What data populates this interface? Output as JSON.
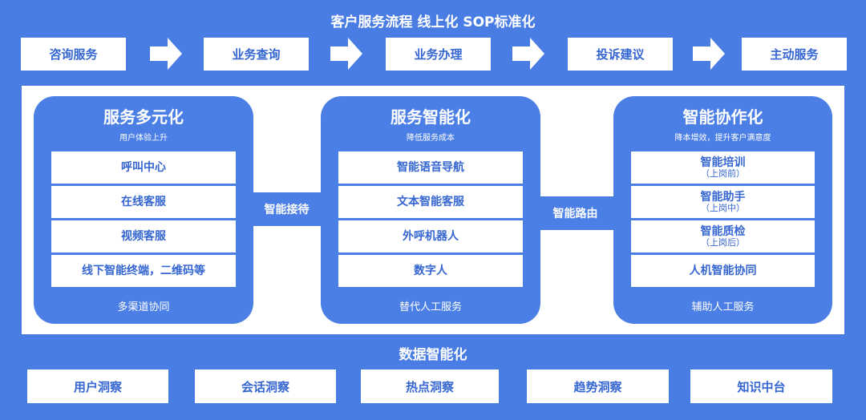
{
  "header": {
    "title": "客户服务流程 线上化 SOP标准化"
  },
  "flow": {
    "steps": [
      "咨询服务",
      "业务查询",
      "业务办理",
      "投诉建议",
      "主动服务"
    ]
  },
  "columns": [
    {
      "title": "服务多元化",
      "subtitle": "用户体验上升",
      "items": [
        {
          "label": "呼叫中心"
        },
        {
          "label": "在线客服"
        },
        {
          "label": "视频客服"
        },
        {
          "label": "线下智能终端，二维码等"
        }
      ],
      "footer": "多渠道协同"
    },
    {
      "title": "服务智能化",
      "subtitle": "降低服务成本",
      "items": [
        {
          "label": "智能语音导航"
        },
        {
          "label": "文本智能客服"
        },
        {
          "label": "外呼机器人"
        },
        {
          "label": "数字人"
        }
      ],
      "footer": "替代人工服务"
    },
    {
      "title": "智能协作化",
      "subtitle": "降本增效，提升客户满意度",
      "items": [
        {
          "label": "智能培训",
          "note": "（上岗前）"
        },
        {
          "label": "智能助手",
          "note": "（上岗中）"
        },
        {
          "label": "智能质检",
          "note": "（上岗后）"
        },
        {
          "label": "人机智能协同"
        }
      ],
      "footer": "辅助人工服务"
    }
  ],
  "connectors": [
    "智能接待",
    "智能路由"
  ],
  "data_section": {
    "title": "数据智能化",
    "items": [
      "用户洞察",
      "会话洞察",
      "热点洞察",
      "趋势洞察",
      "知识中台"
    ]
  },
  "colors": {
    "primary": "#4a7de4",
    "text_blue": "#3566d1"
  }
}
